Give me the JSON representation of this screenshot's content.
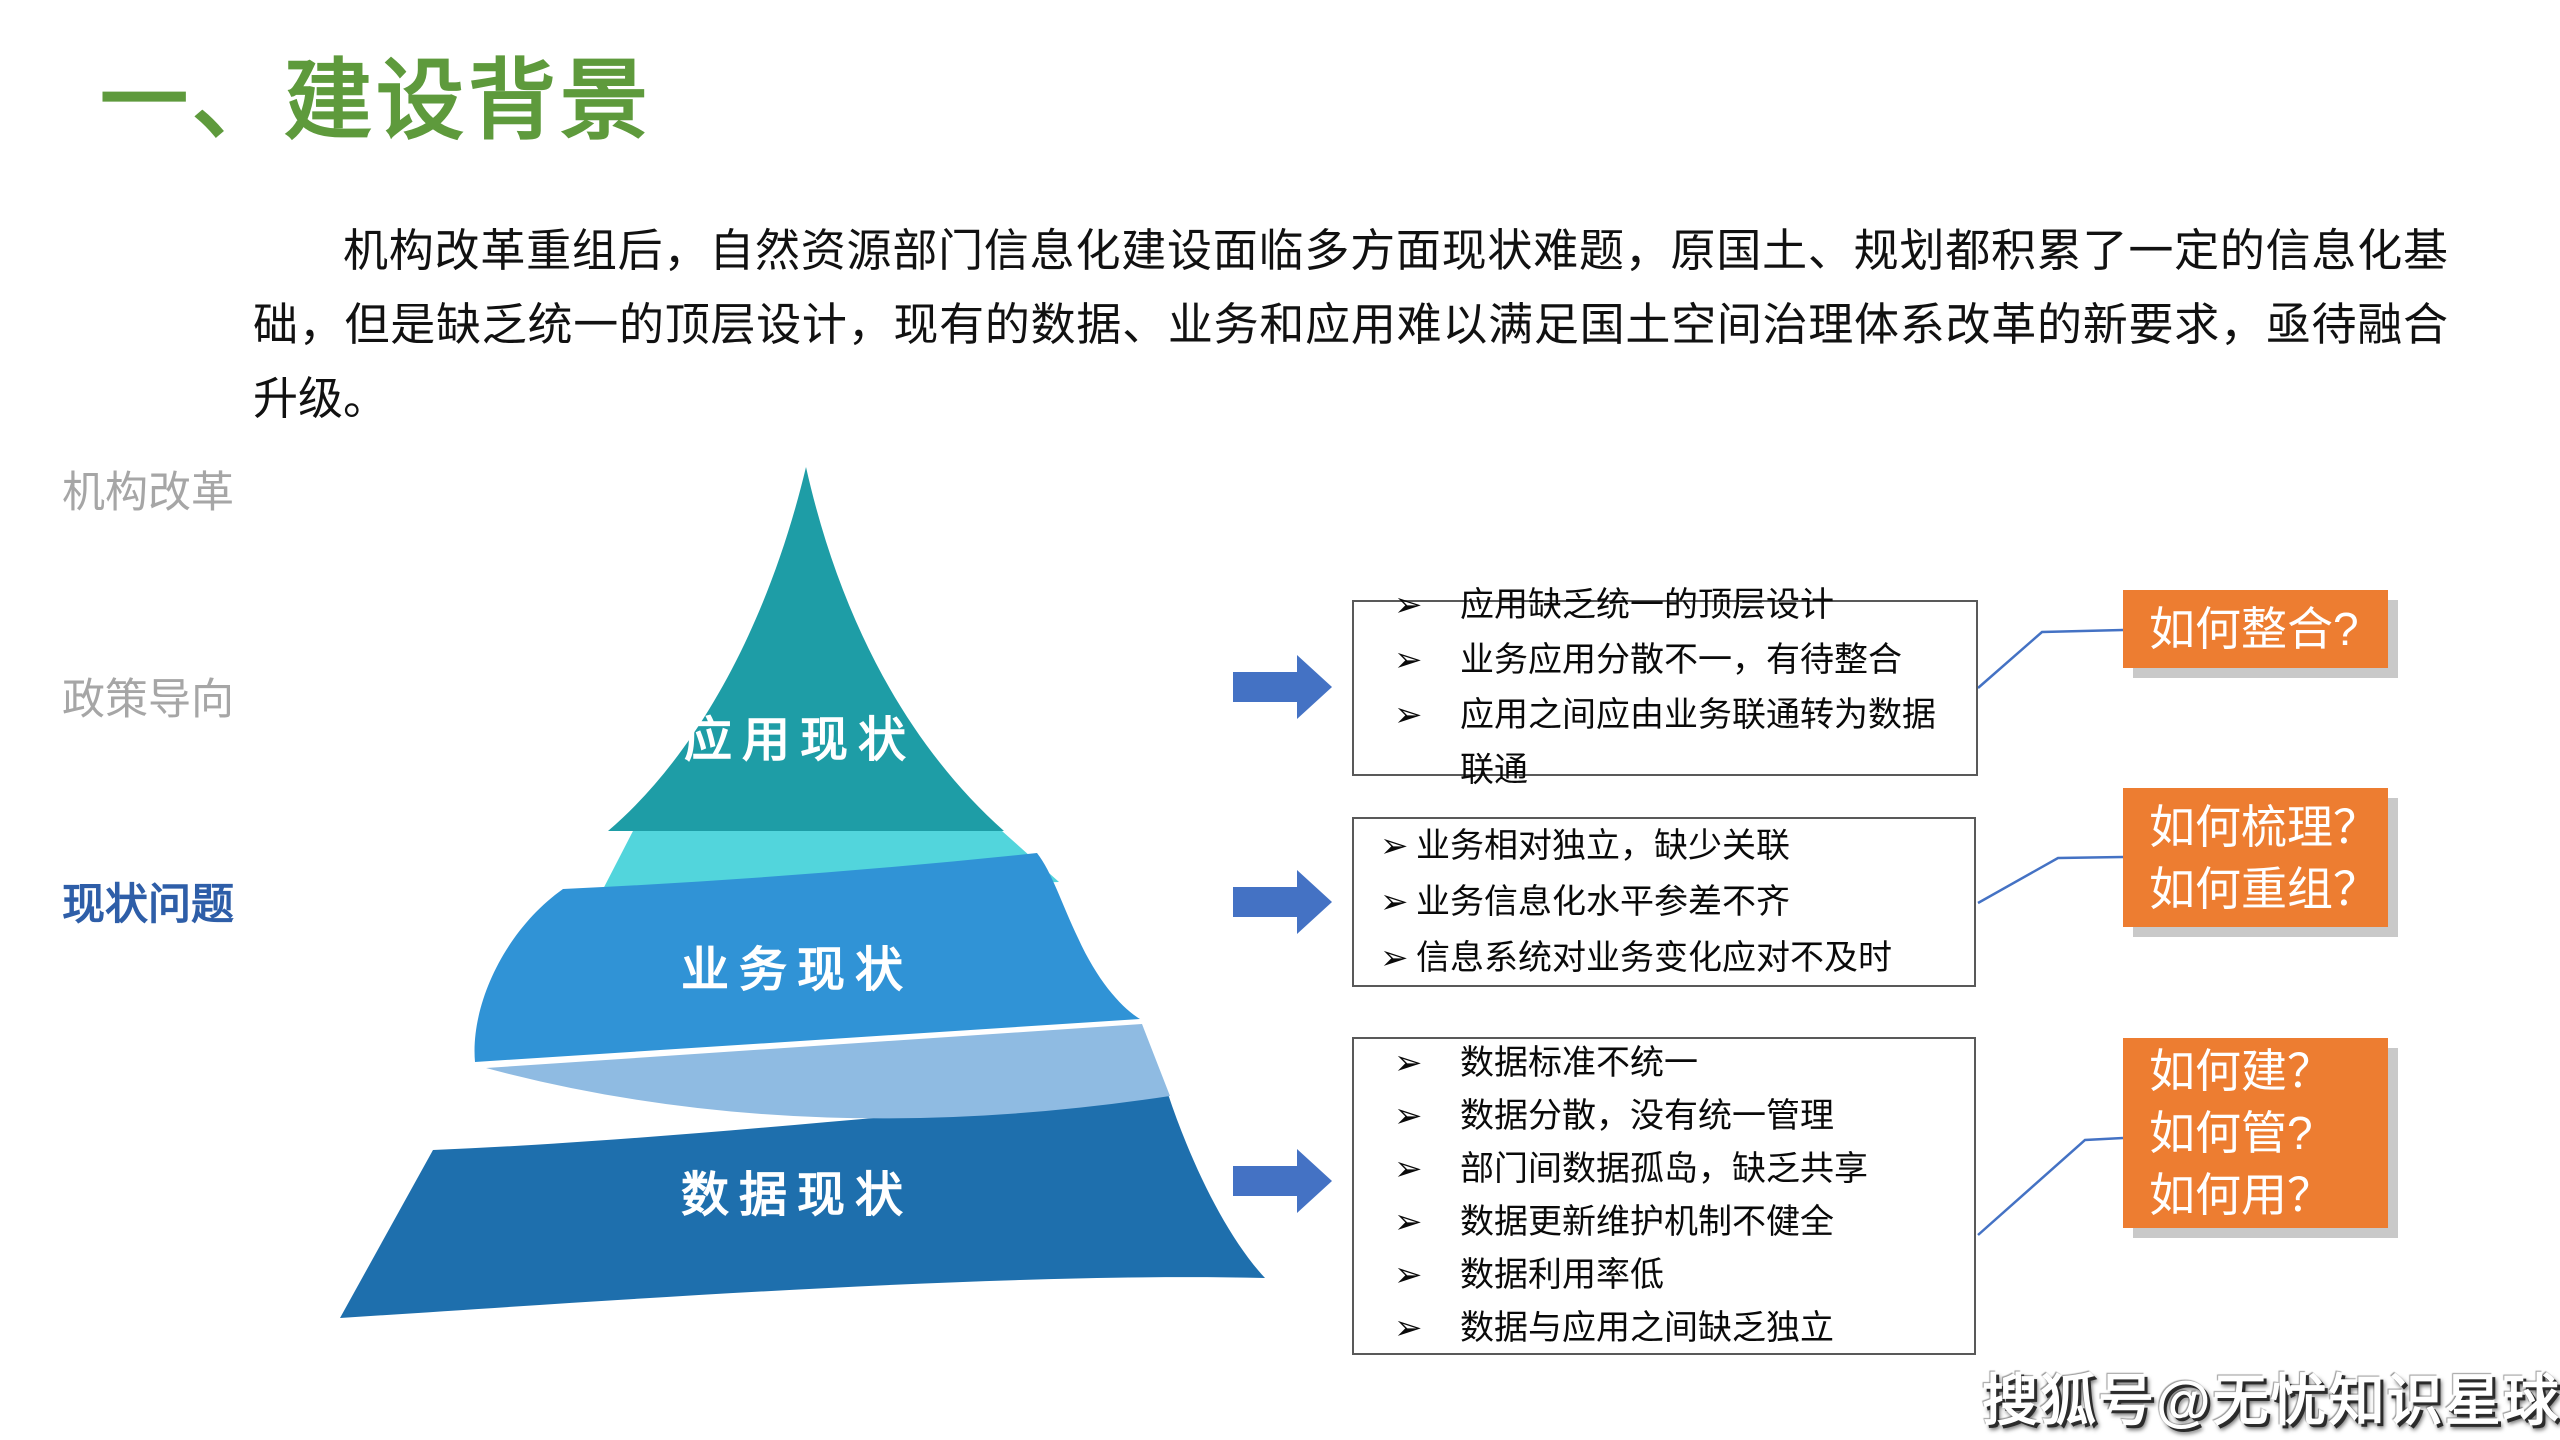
{
  "slide": {
    "title": "一、建设背景",
    "intro": "机构改革重组后，自然资源部门信息化建设面临多方面现状难题，原国土、规划都积累了一定的信息化基础，但是缺乏统一的顶层设计，现有的数据、业务和应用难以满足国土空间治理体系改革的新要求，亟待融合升级。",
    "watermark": "搜狐号@无忧知识星球"
  },
  "side_labels": [
    {
      "label": "机构改革",
      "active": false
    },
    {
      "label": "政策导向",
      "active": false
    },
    {
      "label": "现状问题",
      "active": true
    }
  ],
  "pyramid": {
    "layers": [
      {
        "label": "应用现状"
      },
      {
        "label": "业务现状"
      },
      {
        "label": "数据现状"
      }
    ]
  },
  "bullet_marker": "➢",
  "boxes": [
    {
      "items": [
        "应用缺乏统一的顶层设计",
        "业务应用分散不一，有待整合",
        "应用之间应由业务联通转为数据联通"
      ]
    },
    {
      "items": [
        "业务相对独立，缺少关联",
        "业务信息化水平参差不齐",
        "信息系统对业务变化应对不及时"
      ]
    },
    {
      "items": [
        "数据标准不统一",
        "数据分散，没有统一管理",
        "部门间数据孤岛，缺乏共享",
        "数据更新维护机制不健全",
        "数据利用率低",
        "数据与应用之间缺乏独立"
      ]
    }
  ],
  "questions": [
    {
      "lines": [
        "如何整合?"
      ]
    },
    {
      "lines": [
        "如何梳理？",
        "如何重组？"
      ]
    },
    {
      "lines": [
        "如何建？",
        "如何管?",
        "如何用？"
      ]
    }
  ],
  "colors": {
    "title_green": "#5E9A3C",
    "label_gray": "#A6A6A6",
    "label_active_blue": "#2E5EA8",
    "pyramid_top_teal": "#1E9DA6",
    "pyramid_top_light": "#52D5DC",
    "pyramid_mid_blue": "#3093D6",
    "pyramid_mid_light": "#8FBBE2",
    "pyramid_bottom_blue": "#1E6FAD",
    "arrow_blue": "#4472C4",
    "connector_blue": "#4472C4",
    "accent_orange": "#ED7D31",
    "box_border_gray": "#595959"
  }
}
